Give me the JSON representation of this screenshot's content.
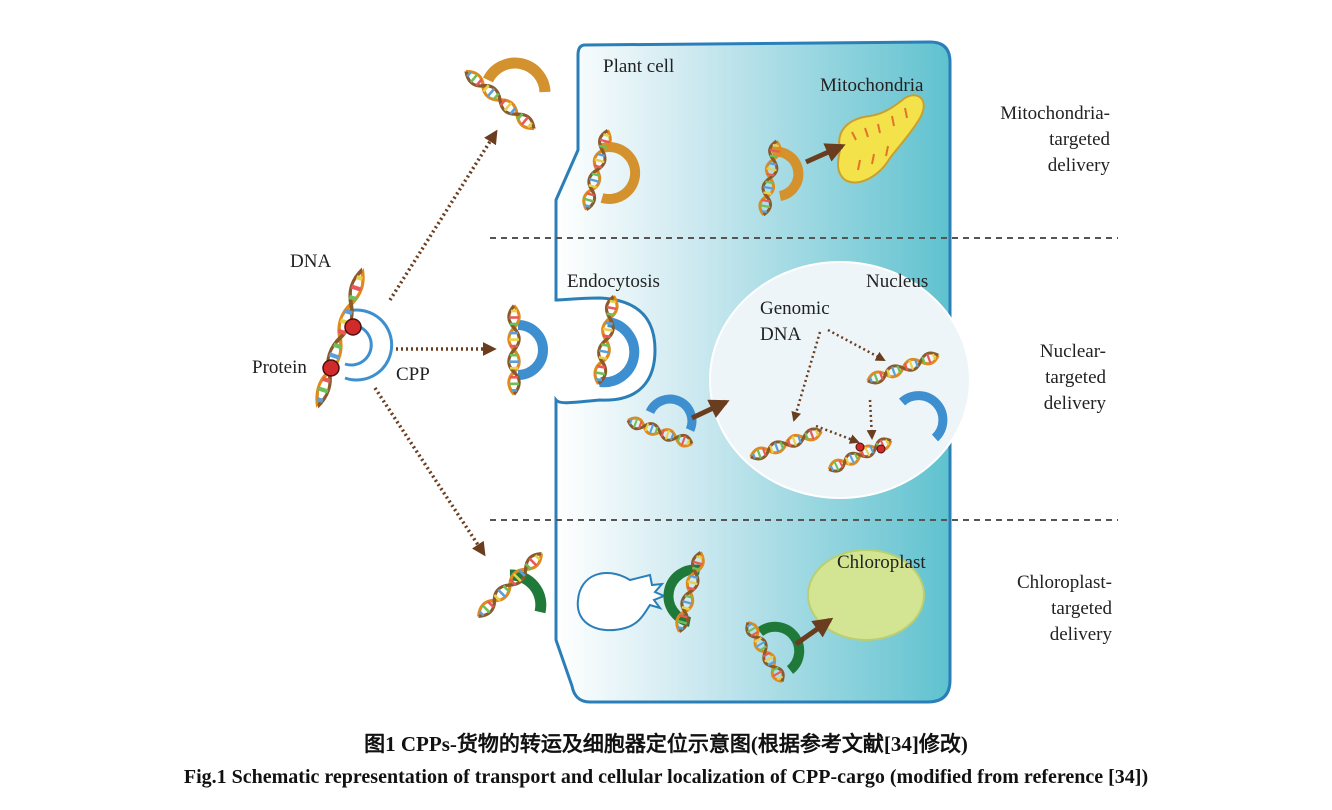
{
  "labels": {
    "plant_cell": "Plant cell",
    "mitochondria": "Mitochondria",
    "dna": "DNA",
    "protein": "Protein",
    "cpp": "CPP",
    "endocytosis": "Endocytosis",
    "nucleus": "Nucleus",
    "genomic_dna_line1": "Genomic",
    "genomic_dna_line2": "DNA",
    "chloroplast": "Chloroplast"
  },
  "side_labels": {
    "mito": [
      "Mitochondria-",
      "targeted",
      "delivery"
    ],
    "nuclear": [
      "Nuclear-",
      "targeted",
      "delivery"
    ],
    "chloro": [
      "Chloroplast-",
      "targeted",
      "delivery"
    ]
  },
  "captions": {
    "chinese": "图1  CPPs-货物的转运及细胞器定位示意图(根据参考文献[34]修改)",
    "english": "Fig.1  Schematic representation of transport and cellular localization of CPP-cargo (modified from reference [34])"
  },
  "colors": {
    "mito_cpp": "#d4922e",
    "nuclear_cpp": "#3d8fd0",
    "chloro_cpp": "#1f7a3a",
    "cell_edge": "#2b7fb8",
    "cell_fill": "#6ac7d1",
    "protein": "#d12a2a",
    "arrow": "#6b3d1f",
    "mitochondrion": "#f3e24a",
    "chloroplast": "#d3e592",
    "nucleus": "#eef5f8"
  }
}
